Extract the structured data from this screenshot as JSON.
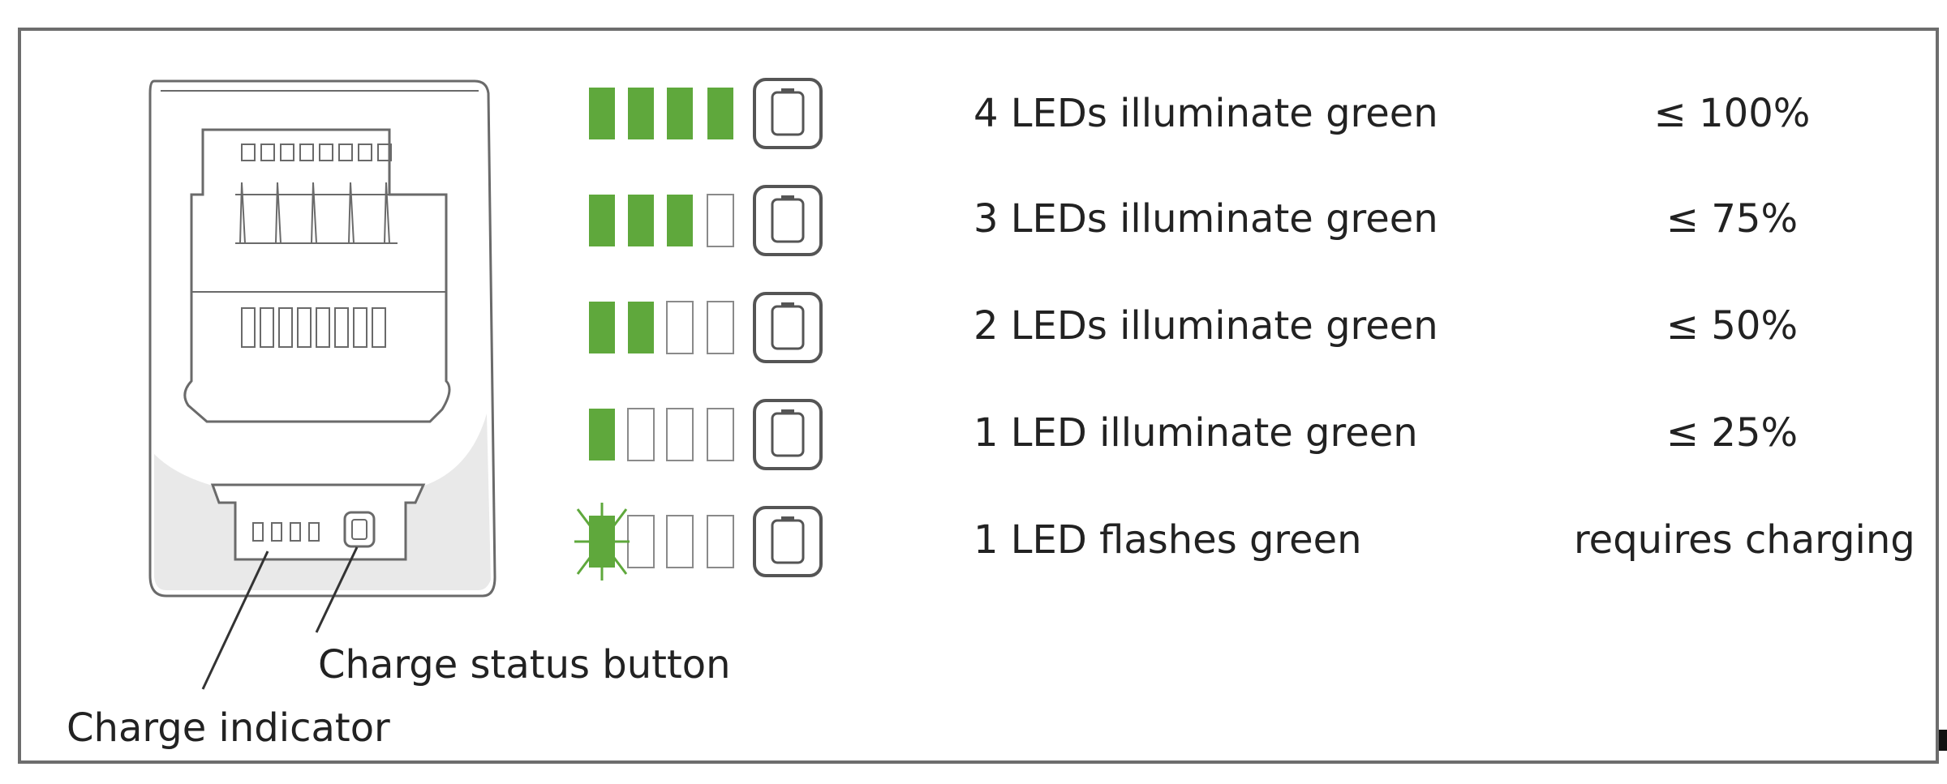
{
  "colors": {
    "led_on": "#5fa83c",
    "led_off_fill": "#ffffff",
    "outline": "#6a6a6a",
    "text": "#222222",
    "frame": "#6d6d6d"
  },
  "rows": [
    {
      "leds_on": 4,
      "flashing": false,
      "description": "4 LEDs illuminate green",
      "level": "≤ 100%"
    },
    {
      "leds_on": 3,
      "flashing": false,
      "description": "3 LEDs illuminate green",
      "level": "≤ 75%"
    },
    {
      "leds_on": 2,
      "flashing": false,
      "description": "2 LEDs illuminate green",
      "level": "≤ 50%"
    },
    {
      "leds_on": 1,
      "flashing": false,
      "description": "1 LED illuminate green",
      "level": "≤ 25%"
    },
    {
      "leds_on": 1,
      "flashing": true,
      "description": "1 LED flashes green",
      "level": "requires charging"
    }
  ],
  "callouts": {
    "charge_status_button": "Charge status button",
    "charge_indicator": "Charge indicator"
  },
  "icons": {
    "battery": "battery-icon",
    "status_button": "charge-status-button-icon"
  }
}
